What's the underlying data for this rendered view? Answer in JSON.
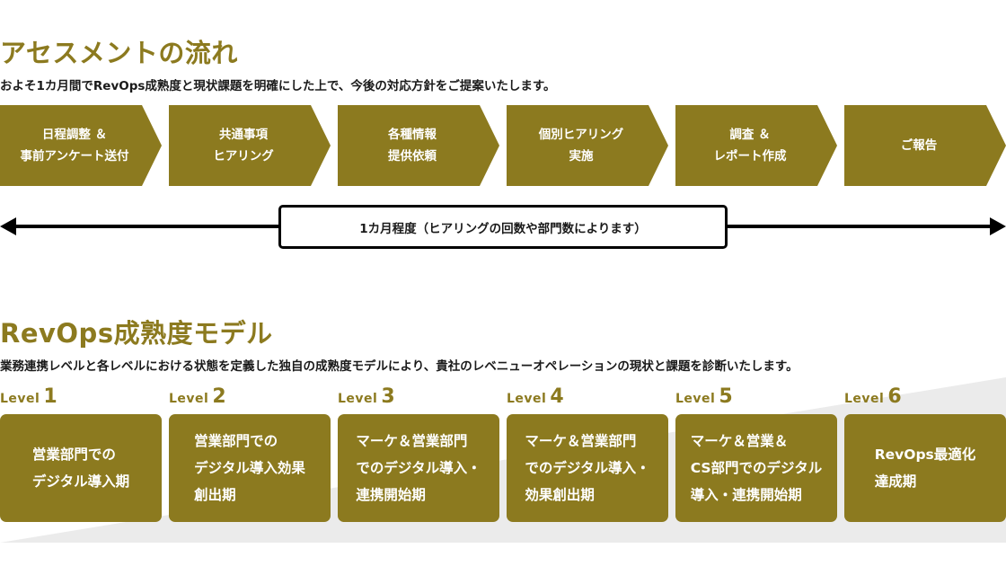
{
  "assessment": {
    "title": "アセスメントの流れ",
    "description": "およそ1カ月間でRevOps成熟度と現状課題を明確にした上で、今後の対応方針をご提案いたします。",
    "steps": [
      {
        "label": "日程調整 ＆\n事前アンケート送付"
      },
      {
        "label": "共通事項\nヒアリング"
      },
      {
        "label": "各種情報\n提供依頼"
      },
      {
        "label": "個別ヒアリング\n実施"
      },
      {
        "label": "調査 ＆\nレポート作成"
      },
      {
        "label": "ご報告"
      }
    ],
    "duration": "1カ月程度（ヒアリングの回数や部門数によります）"
  },
  "maturity": {
    "title": "RevOps成熟度モデル",
    "description": "業務連携レベルと各レベルにおける状態を定義した独自の成熟度モデルにより、貴社のレベニューオペレーションの現状と課題を診断いたします。",
    "level_word": "Level",
    "levels": [
      {
        "num": "1",
        "text": "営業部門での\nデジタル導入期"
      },
      {
        "num": "2",
        "text": "営業部門での\nデジタル導入効果\n創出期"
      },
      {
        "num": "3",
        "text": "マーケ＆営業部門\nでのデジタル導入・\n連携開始期"
      },
      {
        "num": "4",
        "text": "マーケ＆営業部門\nでのデジタル導入・\n効果創出期"
      },
      {
        "num": "5",
        "text": "マーケ＆営業＆\nCS部門でのデジタル\n導入・連携開始期"
      },
      {
        "num": "6",
        "text": "RevOps最適化\n達成期"
      }
    ]
  },
  "colors": {
    "accent": "#8c7a1f",
    "band": "#ebebeb"
  }
}
